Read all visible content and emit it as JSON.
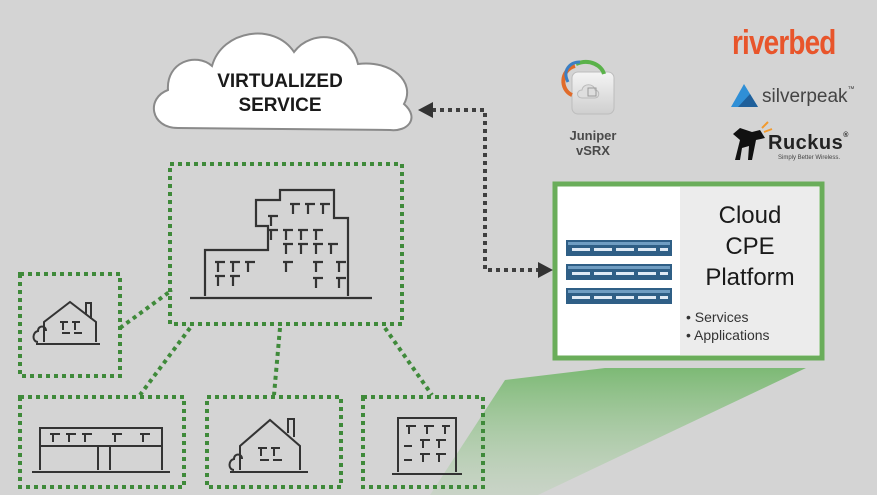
{
  "cloud": {
    "line1": "VIRTUALIZED",
    "line2": "SERVICE"
  },
  "juniper": {
    "line1": "Juniper",
    "line2": "vSRX"
  },
  "cpe": {
    "title_line1": "Cloud",
    "title_line2": "CPE",
    "title_line3": "Platform",
    "bullets": [
      "Services",
      "Applications"
    ]
  },
  "logos": {
    "riverbed": "riverbed",
    "silverpeak_a": "silver",
    "silverpeak_b": "peak",
    "ruckus": "Ruckus",
    "ruckus_tagline": "Simply Better Wireless."
  },
  "colors": {
    "background": "#d4d4d4",
    "dotted_green": "#3f8a3a",
    "cpe_border": "#6aad5a",
    "riverbed_red": "#e8552b",
    "rack_blue": "#2f5f86"
  },
  "icons": [
    "cloud-icon",
    "headquarters-building-icon",
    "house-icon",
    "warehouse-icon",
    "office-building-icon",
    "server-rack-icon",
    "silverpeak-logo-icon",
    "ruckus-dog-icon",
    "juniper-app-icon"
  ]
}
